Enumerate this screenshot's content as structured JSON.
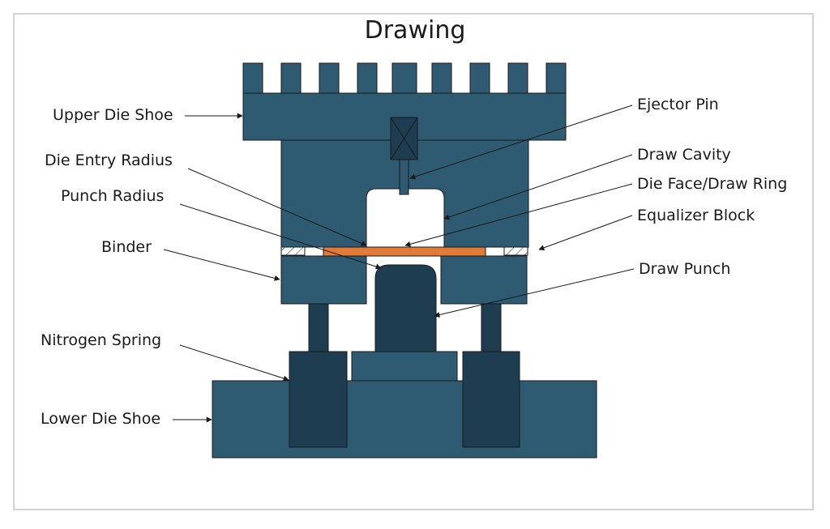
{
  "title": "Drawing",
  "colors": {
    "steel": "#2e5a72",
    "steel_dark": "#1f3d50",
    "blank": "#e07b3a",
    "outline": "#1a1a1a",
    "frame": "#d2d2d2"
  },
  "labels": {
    "upper_die_shoe": "Upper Die Shoe",
    "die_entry_radius": "Die Entry Radius",
    "punch_radius": "Punch Radius",
    "binder": "Binder",
    "nitrogen_spring": "Nitrogen Spring",
    "lower_die_shoe": "Lower Die Shoe",
    "ejector_pin": "Ejector Pin",
    "draw_cavity": "Draw Cavity",
    "die_face_draw_ring": "Die Face/Draw Ring",
    "equalizer_block": "Equalizer Block",
    "draw_punch": "Draw Punch"
  }
}
